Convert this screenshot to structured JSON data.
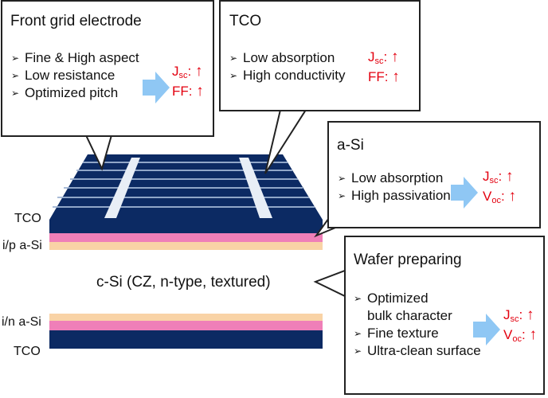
{
  "colors": {
    "tco": "#0c2a63",
    "pink": "#ef7fb8",
    "buffer": "#f9d3a6",
    "bulk": "#ffffff",
    "grid": "#dde6f2",
    "arrow": "#8fc7f4",
    "result_text": "#e3000f"
  },
  "layers": {
    "tco_top": "TCO",
    "ip_asi": "i/p a-Si",
    "bulk": "c-Si (CZ, n-type, textured)",
    "in_asi": "i/n a-Si",
    "tco_bottom": "TCO"
  },
  "callouts": {
    "grid": {
      "title": "Front grid electrode",
      "bullets": [
        "Fine & High aspect",
        "Low resistance",
        "Optimized pitch"
      ],
      "results": [
        {
          "main": "J",
          "sub": "sc",
          "suffix": ":",
          "arrow": "↑"
        },
        {
          "main": "FF",
          "sub": "",
          "suffix": ":",
          "arrow": "↑"
        }
      ]
    },
    "tco": {
      "title": "TCO",
      "bullets": [
        "Low absorption",
        "High conductivity"
      ],
      "results": [
        {
          "main": "J",
          "sub": "sc",
          "suffix": ":",
          "arrow": "↑"
        },
        {
          "main": "FF",
          "sub": "",
          "suffix": ":",
          "arrow": "↑"
        }
      ]
    },
    "asi": {
      "title": "a-Si",
      "bullets": [
        "Low absorption",
        "High passivation"
      ],
      "results": [
        {
          "main": "J",
          "sub": "sc",
          "suffix": ":",
          "arrow": "↑"
        },
        {
          "main": "V",
          "sub": "oc",
          "suffix": ":",
          "arrow": "↑"
        }
      ]
    },
    "wafer": {
      "title": "Wafer preparing",
      "bullet_line1": "Optimized",
      "bullet_line1_cont": "bulk character",
      "bullet2": "Fine texture",
      "bullet3": "Ultra-clean surface",
      "results": [
        {
          "main": "J",
          "sub": "sc",
          "suffix": ":",
          "arrow": "↑"
        },
        {
          "main": "V",
          "sub": "oc",
          "suffix": ":",
          "arrow": "↑"
        }
      ]
    }
  }
}
